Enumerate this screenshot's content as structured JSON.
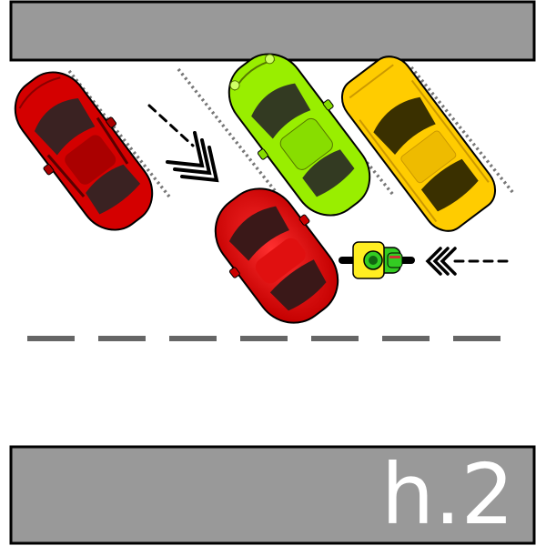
{
  "diagram": {
    "label": "h.2",
    "colors": {
      "sidewalk": "#999999",
      "outline": "#000000",
      "dash": "#666666",
      "red": "#d40000",
      "red_bright": "#ee1111",
      "green": "#99ee00",
      "yellow": "#ffcc00",
      "window": "#3a2222",
      "rider_yellow": "#ffee22",
      "rider_green": "#33cc22"
    },
    "vehicles": [
      {
        "name": "parked-red-car",
        "color": "red",
        "state": "parked"
      },
      {
        "name": "parked-green-car",
        "color": "green",
        "state": "parked"
      },
      {
        "name": "parked-yellow-car",
        "color": "yellow",
        "state": "parked"
      },
      {
        "name": "exiting-red-car",
        "color": "red",
        "state": "leaving parking space"
      },
      {
        "name": "motorcycle",
        "color": "green",
        "state": "approaching from right"
      }
    ],
    "arrows": [
      {
        "name": "car-path-arrow-icon",
        "direction": "down-right"
      },
      {
        "name": "motorcycle-path-arrow-icon",
        "direction": "left"
      }
    ]
  }
}
